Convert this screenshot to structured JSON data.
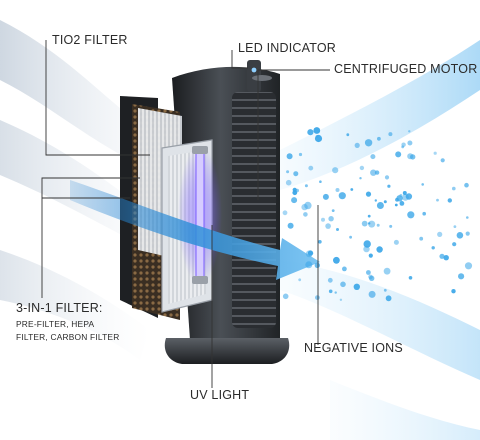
{
  "labels": {
    "tio2_filter": "TIO2 FILTER",
    "led_indicator": "LED INDICATOR",
    "centrifuged_motor": "CENTRIFUGED MOTOR",
    "three_in_one_filter": "3-IN-1 FILTER:",
    "three_in_one_detail_line1": "PRE-FILTER, HEPA",
    "three_in_one_detail_line2": "FILTER, CARBON FILTER",
    "negative_ions": "NEGATIVE IONS",
    "uv_light": "UV LIGHT"
  },
  "colors": {
    "leader_line": "#333333",
    "label_text": "#2b2b2b",
    "airflow_blue": "#2f8fd8",
    "ion_blue": "#3aa6e8",
    "uv_violet": "#7a5cff",
    "housing_dark": "#2a2d31"
  }
}
